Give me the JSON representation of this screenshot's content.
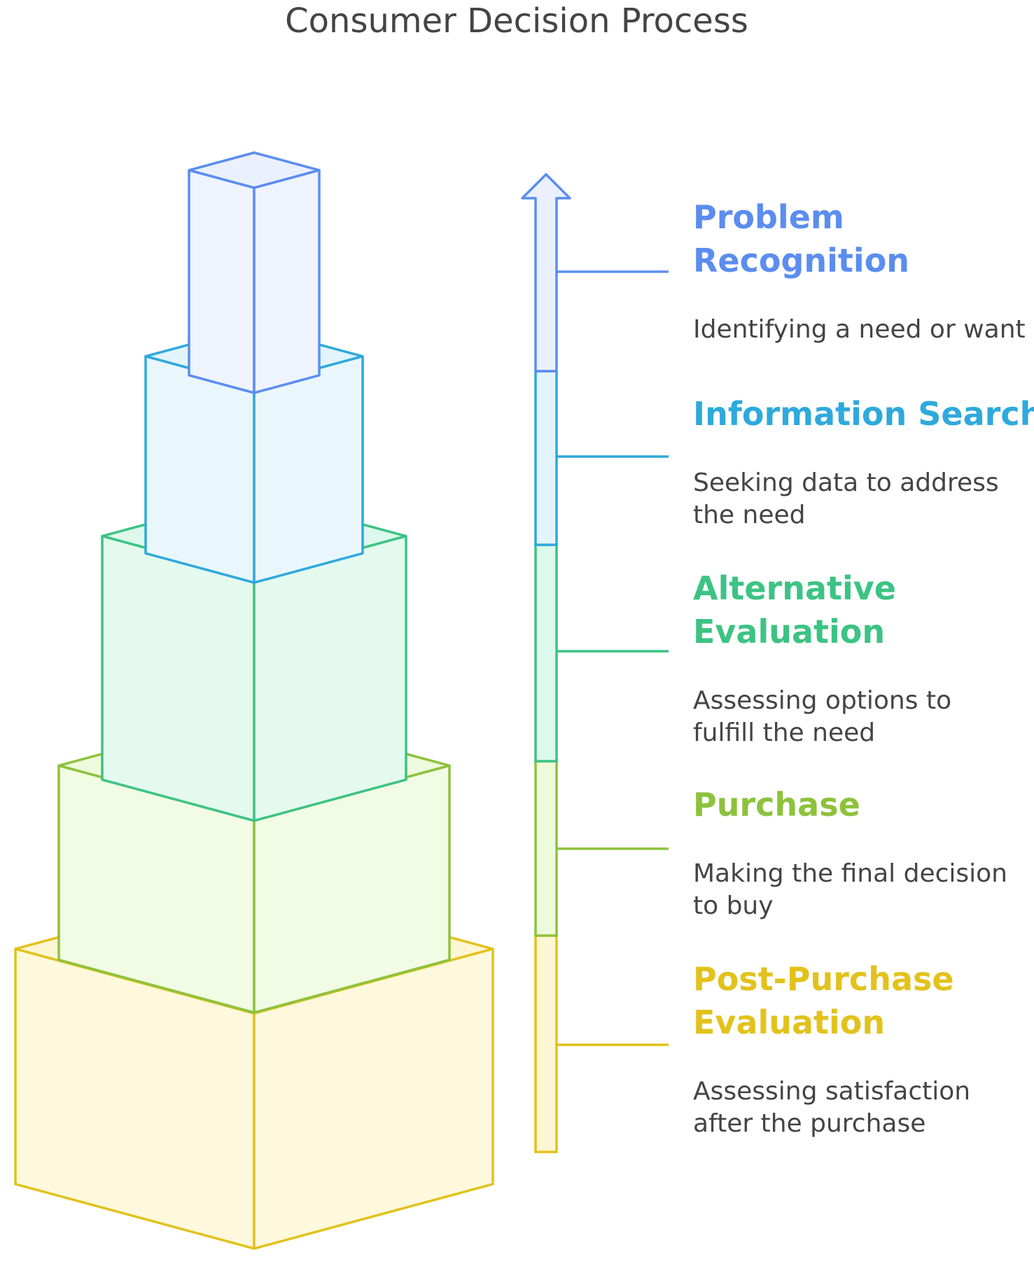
{
  "title": "Consumer Decision Process",
  "stages": [
    {
      "title_lines": [
        "Problem",
        "Recognition"
      ],
      "desc_lines": [
        "Identifying a need or want"
      ],
      "stroke": "#5b8def",
      "fill": "#eaf0fd",
      "side_fill": "#eef3fe"
    },
    {
      "title_lines": [
        "Information Search"
      ],
      "desc_lines": [
        "Seeking data to address",
        "the need"
      ],
      "stroke": "#2ea9dc",
      "fill": "#e3f5fc",
      "side_fill": "#e9f7fd"
    },
    {
      "title_lines": [
        "Alternative",
        "Evaluation"
      ],
      "desc_lines": [
        "Assessing options to",
        "fulfill the need"
      ],
      "stroke": "#3cc383",
      "fill": "#ddf8ec",
      "side_fill": "#e4faef"
    },
    {
      "title_lines": [
        "Purchase"
      ],
      "desc_lines": [
        "Making the final decision",
        "to buy"
      ],
      "stroke": "#8dc23c",
      "fill": "#eefadc",
      "side_fill": "#f2fbe3"
    },
    {
      "title_lines": [
        "Post-Purchase",
        "Evaluation"
      ],
      "desc_lines": [
        "Assessing satisfaction",
        "after the purchase"
      ],
      "stroke": "#e2c21b",
      "fill": "#fdf6d3",
      "side_fill": "#fef8dc"
    }
  ]
}
